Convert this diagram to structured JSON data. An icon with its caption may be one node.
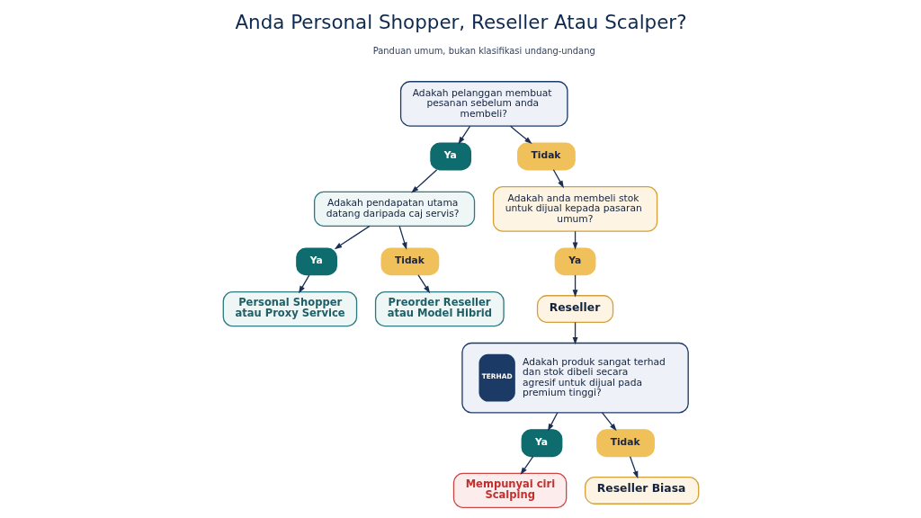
{
  "diagram": {
    "title": "Anda Personal Shopper, Reseller Atau Scalper?",
    "nodes": [
      {
        "text": [
          "Adakah pelanggan membuat pesanan sebelum anda membeli?"
        ]
      },
      {
        "text": [
          "Ya"
        ]
      },
      {
        "text": [
          "Tidak"
        ]
      },
      {
        "text": [
          "Adakah pendapatan utama datang daripada caj servis?"
        ]
      },
      {
        "text": [
          "Adakah anda membeli stok untuk dijual kepada pasaran umum?"
        ]
      },
      {
        "text": [
          "Ya"
        ]
      },
      {
        "text": [
          "Tidak"
        ]
      },
      {
        "text": [
          "Ya"
        ]
      },
      {
        "text": [
          "Personal Shopper atau Proxy Service"
        ]
      },
      {
        "text": [
          "Preorder Reseller atau Model Hibrid"
        ]
      },
      {
        "text": [
          "Reseller"
        ]
      },
      {
        "text": [
          "TERHAD",
          "Adakah produk sangat terhad dan stok dibeli secara agresif untuk dijual pada premium tinggi?"
        ]
      },
      {
        "text": [
          "Ya"
        ]
      },
      {
        "text": [
          "Tidak"
        ]
      },
      {
        "text": [
          "Mempunyai ciri Scalping"
        ]
      },
      {
        "text": [
          "Reseller Biasa"
        ]
      }
    ],
    "edges": [
      {
        "from": 0,
        "to": 1,
        "arrow": "to"
      },
      {
        "from": 0,
        "to": 2,
        "arrow": "to"
      },
      {
        "from": 1,
        "to": 3,
        "arrow": "to"
      },
      {
        "from": 2,
        "to": 4,
        "arrow": "to"
      },
      {
        "from": 3,
        "to": 5,
        "arrow": "to"
      },
      {
        "from": 3,
        "to": 6,
        "arrow": "to"
      },
      {
        "from": 4,
        "to": 7,
        "arrow": "to"
      },
      {
        "from": 5,
        "to": 8,
        "arrow": "to"
      },
      {
        "from": 6,
        "to": 9,
        "arrow": "to"
      },
      {
        "from": 7,
        "to": 10,
        "arrow": "to"
      },
      {
        "from": 10,
        "to": 11,
        "arrow": "to"
      },
      {
        "from": 11,
        "to": 12,
        "arrow": "to"
      },
      {
        "from": 11,
        "to": 13,
        "arrow": "to"
      },
      {
        "from": 12,
        "to": 14,
        "arrow": "to"
      },
      {
        "from": 13,
        "to": 15,
        "arrow": "to"
      }
    ],
    "labels": [
      "Panduan umum, bukan klasifikasi undang-undang"
    ]
  }
}
